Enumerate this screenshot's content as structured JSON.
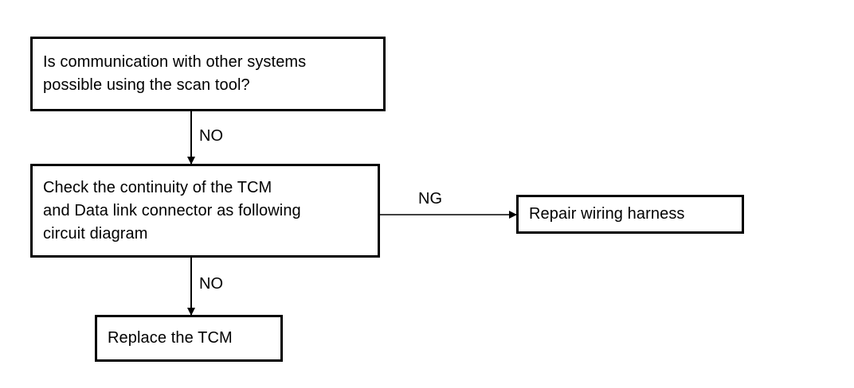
{
  "flowchart": {
    "question": {
      "text": "Is communication with other systems\npossible using the scan tool?"
    },
    "check": {
      "text": "Check the continuity of the TCM\nand Data link connector as following\ncircuit diagram"
    },
    "repair": {
      "text": "Repair wiring harness"
    },
    "replace": {
      "text": "Replace the TCM"
    },
    "edges": {
      "question_to_check": "NO",
      "check_to_replace": "NO",
      "check_to_repair": "NG"
    }
  }
}
